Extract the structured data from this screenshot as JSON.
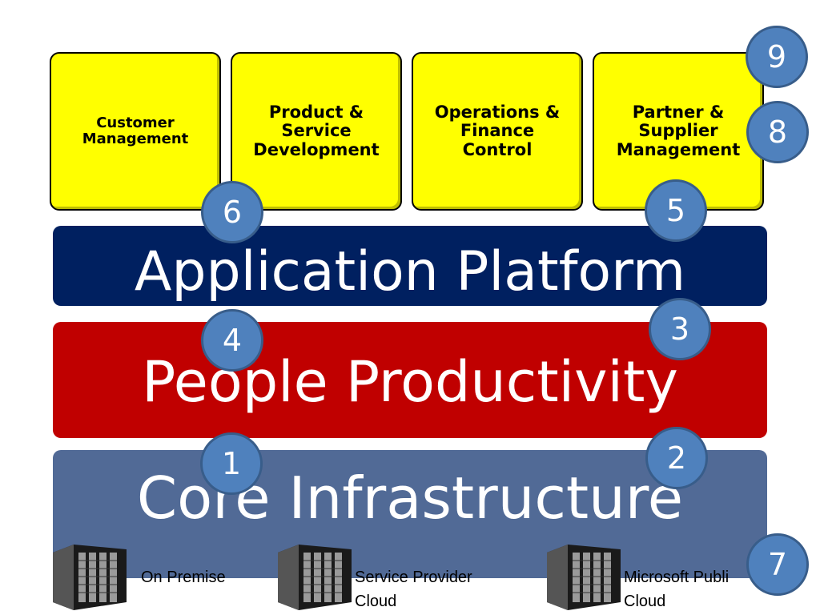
{
  "capabilities": [
    {
      "label": "Customer\nManagement"
    },
    {
      "label": "Product &\nService\nDevelopment"
    },
    {
      "label": "Operations &\nFinance\nControl"
    },
    {
      "label": "Partner &\nSupplier\nManagement"
    }
  ],
  "layers": {
    "application": {
      "label": "Application Platform",
      "color": "#002060"
    },
    "people": {
      "label": "People Productivity",
      "color": "#c00000"
    },
    "core": {
      "label": "Core Infrastructure",
      "color": "#516a96"
    }
  },
  "markers": [
    "1",
    "2",
    "3",
    "4",
    "5",
    "6",
    "7",
    "8",
    "9"
  ],
  "deployments": [
    {
      "label": "On Premise",
      "icon": "server-rack-icon"
    },
    {
      "label": "Service Provider\n Cloud",
      "icon": "server-rack-icon"
    },
    {
      "label": "Microsoft Publi\n Cloud",
      "icon": "server-rack-icon"
    }
  ],
  "colors": {
    "capability_fill": "#ffff00",
    "marker_fill": "#4f81bd"
  }
}
